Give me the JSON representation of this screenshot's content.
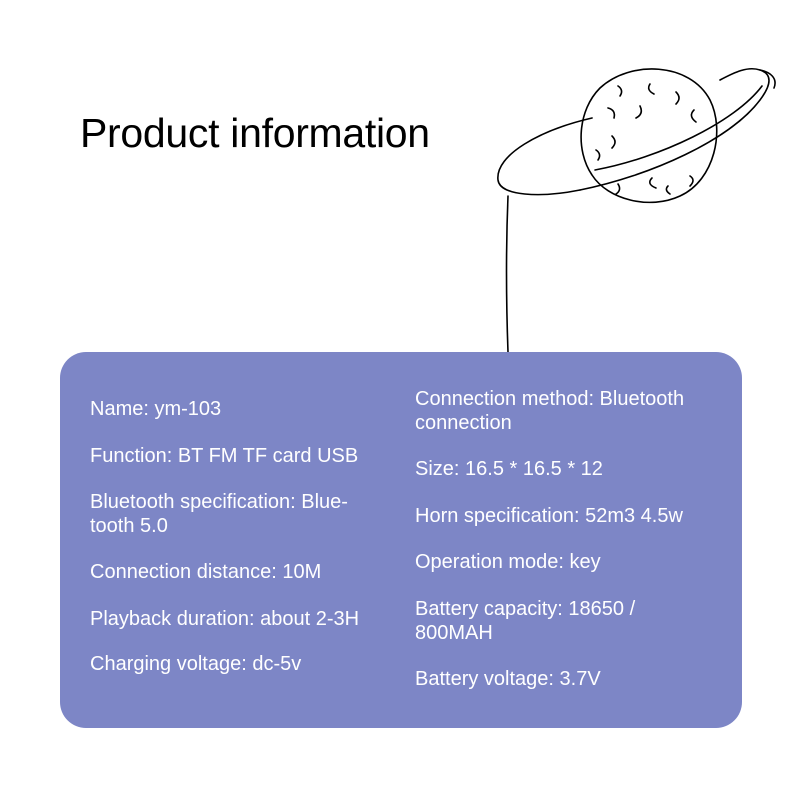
{
  "title": "Product information",
  "colors": {
    "card_background": "#7d86c6",
    "text_on_card": "#ffffff",
    "title_text": "#000000"
  },
  "illustration_icon": "ringed-planet-icon",
  "specs_left": [
    {
      "label": "Name",
      "value": "ym-103",
      "text": "Name: ym-103"
    },
    {
      "label": "Function",
      "value": "BT FM TF card USB",
      "text": "Function: BT FM TF card USB"
    },
    {
      "label": "Bluetooth specification",
      "value": "Blue-tooth 5.0",
      "text": "Bluetooth specification: Blue-\ntooth 5.0"
    },
    {
      "label": "Connection distance",
      "value": "10M",
      "text": "Connection distance: 10M"
    },
    {
      "label": "Playback duration",
      "value": "about 2-3H",
      "text": "Playback duration: about 2-3H"
    },
    {
      "label": "Charging voltage",
      "value": "dc-5v",
      "text": "Charging voltage: dc-5v"
    }
  ],
  "specs_right": [
    {
      "label": "Connection method",
      "value": "Bluetooth connection",
      "text": "Connection method: Bluetooth connection"
    },
    {
      "label": "Size",
      "value": "16.5 * 16.5 * 12",
      "text": "Size: 16.5 * 16.5 * 12"
    },
    {
      "label": "Horn specification",
      "value": "52m3 4.5w",
      "text": "Horn specification: 52m3 4.5w"
    },
    {
      "label": "Operation mode",
      "value": "key",
      "text": "Operation mode: key"
    },
    {
      "label": "Battery capacity",
      "value": "18650 / 800MAH",
      "text": "Battery capacity: 18650 /\n800MAH"
    },
    {
      "label": "Battery voltage",
      "value": "3.7V",
      "text": "Battery voltage: 3.7V"
    }
  ]
}
